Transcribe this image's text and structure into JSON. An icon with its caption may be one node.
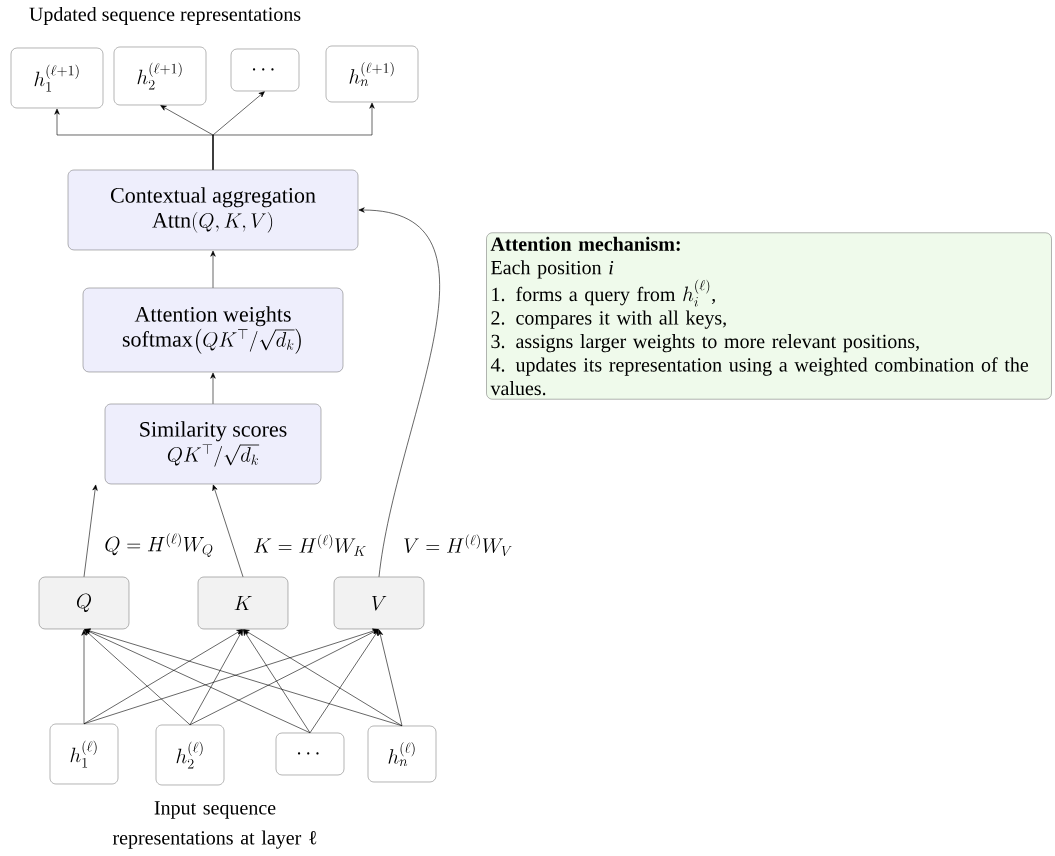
{
  "diagram": {
    "nodes": [
      {
        "text": [
          "h_1^{(\\ell+1)}"
        ]
      },
      {
        "text": [
          "h_2^{(\\ell+1)}"
        ]
      },
      {
        "text": [
          "\\cdots"
        ]
      },
      {
        "text": [
          "h_n^{(\\ell+1)}"
        ]
      },
      {
        "text": [
          "Contextual aggregation",
          "\\mathrm{Attn}(Q,K,V)"
        ]
      },
      {
        "text": [
          "Attention weights",
          "\\mathrm{softmax}\\bigl(QK^{\\top}/\\sqrt{d_k}\\bigr)"
        ]
      },
      {
        "text": [
          "Similarity scores",
          "QK^{\\top}/\\sqrt{d_k}"
        ]
      },
      {
        "text": [
          "Q"
        ]
      },
      {
        "text": [
          "K"
        ]
      },
      {
        "text": [
          "V"
        ]
      },
      {
        "text": [
          "h_1^{(\\ell)}"
        ]
      },
      {
        "text": [
          "h_2^{(\\ell)}"
        ]
      },
      {
        "text": [
          "\\cdots"
        ]
      },
      {
        "text": [
          "h_n^{(\\ell)}"
        ]
      },
      {
        "text": [
          "Attention mechanism:",
          "Each position *i*",
          "\\text{1. forms a query from }h_i^{(\\ell)}\\text{,}",
          "2. compares it with all keys,",
          "3. assigns larger weights to more relevant positions,",
          "4. updates its representation using a weighted combination of the values."
        ]
      }
    ],
    "edges": [
      {
        "from": 4,
        "to": 0,
        "arrow": "to"
      },
      {
        "from": 4,
        "to": 1,
        "arrow": "to"
      },
      {
        "from": 4,
        "to": 2,
        "arrow": "to"
      },
      {
        "from": 4,
        "to": 3,
        "arrow": "to"
      },
      {
        "from": 5,
        "to": 4,
        "arrow": "to"
      },
      {
        "from": 6,
        "to": 5,
        "arrow": "to"
      },
      {
        "from": 7,
        "to": 6,
        "arrow": "to",
        "label": "Q = H^{(\\ell)}W_Q"
      },
      {
        "from": 8,
        "to": 6,
        "arrow": "to",
        "label": "K = H^{(\\ell)}W_K"
      },
      {
        "from": 9,
        "to": 4,
        "arrow": "to",
        "label": "V = H^{(\\ell)}W_V"
      },
      {
        "from": 10,
        "to": 7,
        "arrow": "to"
      },
      {
        "from": 10,
        "to": 8,
        "arrow": "to"
      },
      {
        "from": 10,
        "to": 9,
        "arrow": "to"
      },
      {
        "from": 11,
        "to": 7,
        "arrow": "to"
      },
      {
        "from": 11,
        "to": 8,
        "arrow": "to"
      },
      {
        "from": 11,
        "to": 9,
        "arrow": "to"
      },
      {
        "from": 12,
        "to": 7,
        "arrow": "to"
      },
      {
        "from": 12,
        "to": 8,
        "arrow": "to"
      },
      {
        "from": 12,
        "to": 9,
        "arrow": "to"
      },
      {
        "from": 13,
        "to": 7,
        "arrow": "to"
      },
      {
        "from": 13,
        "to": 8,
        "arrow": "to"
      },
      {
        "from": 13,
        "to": 9,
        "arrow": "to"
      }
    ],
    "labels": [
      "Updated sequence representations",
      "Input sequence representations at layer ℓ"
    ]
  }
}
